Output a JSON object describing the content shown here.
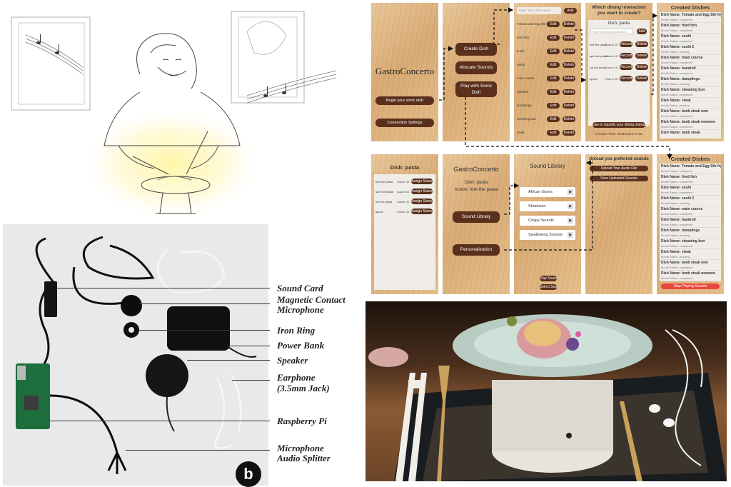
{
  "hardware": {
    "badge": "b",
    "labels": [
      "Sound Card",
      "Magnetic Contact",
      "Microphone",
      "Iron Ring",
      "Power Bank",
      "Speaker",
      "Earphone",
      "(3.5mm Jack)",
      "Raspberry Pi",
      "Microphone",
      "Audio Splitter"
    ]
  },
  "app": {
    "brand": "GastroConcerto",
    "home": {
      "begin": "Begin your sonic dish",
      "connection": "Connection Settings"
    },
    "menu": {
      "create": "Create Dish",
      "allocate": "Allocate Sounds",
      "play": "Play with Sonic Dish"
    },
    "dish_list": {
      "placeholder": "Enter Your Dish Name",
      "add": "Add",
      "edit": "Edit",
      "delete": "Delete",
      "items": [
        "Tomato and Egg Stir-fry",
        "fried fish",
        "sushi",
        "pasta",
        "main course",
        "handroll",
        "dumplings",
        "steaming bun",
        "steak"
      ]
    },
    "interaction": {
      "title": "Which dining interaction you want to create?",
      "dish": "Dish: pasta",
      "placeholder": "Enter the dining interaction",
      "add": "Add",
      "rows": [
        "fork the pasta",
        "spin the pasta",
        "cut the pasta",
        "spoon"
      ],
      "count_label": "Count: 10",
      "record": "Record",
      "delete": "Delete",
      "save": "Use to classify your dining interaction",
      "footer": "Creation Time: 2024/12/15 17:05"
    },
    "created": {
      "title": "Created Dishes",
      "items": [
        {
          "name": "Dish Name: Tomato and Egg Stir-fry",
          "status": "Model Status: completed"
        },
        {
          "name": "Dish Name: fried fish",
          "status": "Model Status: completed"
        },
        {
          "name": "Dish Name: sushi",
          "status": "Model Status: completed"
        },
        {
          "name": "Dish Name: sushi 2",
          "status": "Model Status: pending"
        },
        {
          "name": "Dish Name: main course",
          "status": "Model Status: completed"
        },
        {
          "name": "Dish Name: handroll",
          "status": "Model Status: completed"
        },
        {
          "name": "Dish Name: dumplings",
          "status": "Model Status: pending"
        },
        {
          "name": "Dish Name: steaming bun",
          "status": "Model Status: completed"
        },
        {
          "name": "Dish Name: steak",
          "status": "Model Status: pending"
        },
        {
          "name": "Dish Name: lamb steak new",
          "status": "Model Status: completed"
        },
        {
          "name": "Dish Name: lamb steak newnew",
          "status": "Model Status: completed"
        },
        {
          "name": "Dish Name: lamb steak",
          "status": ""
        }
      ],
      "stop": "Stop Playing Sounds"
    },
    "assign": {
      "title": "Dish: pasta",
      "rows": [
        "fork the pasta",
        "spin the pasta",
        "cut the pasta",
        "spoon"
      ],
      "count_label": "Count: 10",
      "button": "Assign Sounds"
    },
    "action": {
      "brand": "GastroConcerto",
      "dish": "Dish: pasta",
      "action": "Action: fork the pasta",
      "library": "Sound Library",
      "personalization": "Personalization"
    },
    "library": {
      "title": "Sound Library",
      "items": [
        "African drums",
        "Shamisen",
        "Crispy Sounds",
        "Swallowing Sounds"
      ],
      "play": "Play Sound",
      "select": "Select Sound"
    },
    "upload": {
      "title": "Upload you preferred sounds",
      "upload": "Upload Your Audio File",
      "view": "View Uploaded Sounds"
    }
  },
  "colors": {
    "wood": "#dcae78",
    "brown_button": "#5a2f1b",
    "stop_red": "#e8463e"
  }
}
